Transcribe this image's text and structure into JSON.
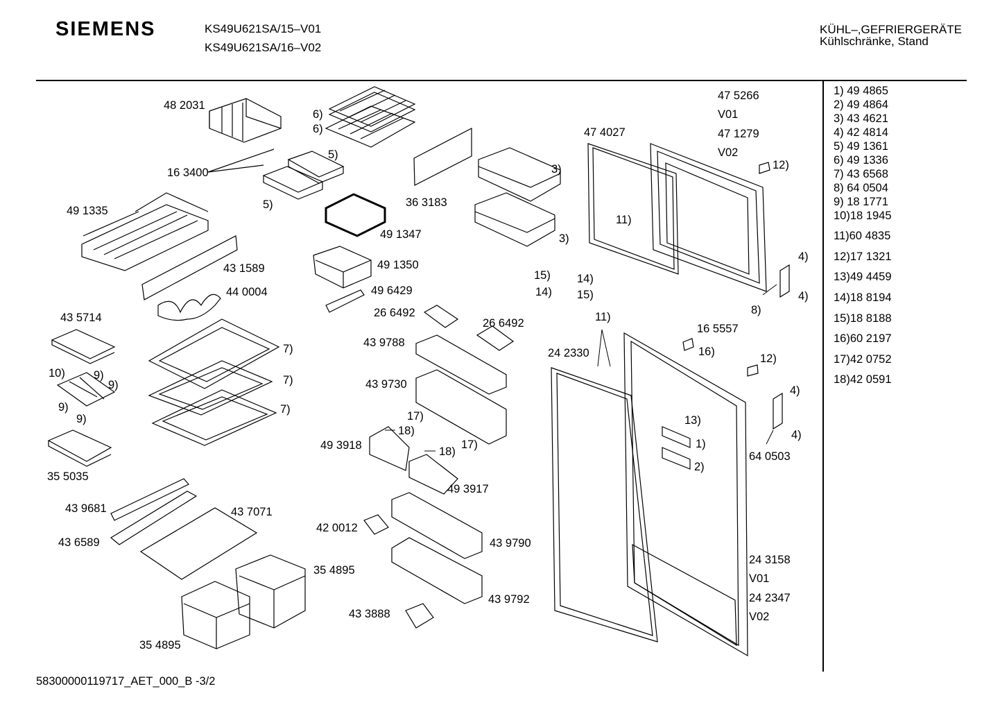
{
  "header": {
    "brand": "SIEMENS",
    "models": [
      "KS49U621SA/15–V01",
      "KS49U621SA/16–V02"
    ],
    "category": "KÜHL–,GEFRIERGERÄTE",
    "subcategory": "Kühlschränke, Stand"
  },
  "legend": [
    "1)  49 4865",
    "2)  49 4864",
    "3)  43 4621",
    "4)  42 4814",
    "5)  49 1361",
    "6)  49 1336",
    "7)  43 6568",
    "8)  64 0504",
    "9)  18 1771",
    "10)18 1945",
    "11)60 4835",
    "12)17 1321",
    "13)49 4459",
    "14)18 8194",
    "15)18 8188",
    "16)60 2197",
    "17)42 0752",
    "18)42 0591"
  ],
  "footer": "58300000119717_AET_000_B  -3/2",
  "labels": [
    "48 2031",
    "6)",
    "6)",
    "5)",
    "16 3400",
    "5)",
    "49 1335",
    "36 3183",
    "49 1347",
    "43 1589",
    "44 0004",
    "49 1350",
    "49 6429",
    "43 5714",
    "10)",
    "9)",
    "9)",
    "9)",
    "9)",
    "7)",
    "7)",
    "7)",
    "35 5035",
    "43 9681",
    "43 7071",
    "43 6589",
    "35 4895",
    "35 4895",
    "26 6492",
    "26 6492",
    "43 9788",
    "43 9730",
    "17)",
    "18)",
    "18)",
    "17)",
    "49 3918",
    "49 3917",
    "42 0012",
    "43 9790",
    "43 9792",
    "43 3888",
    "3)",
    "3)",
    "47 4027",
    "47 5266",
    "V01",
    "47 1279",
    "V02",
    "12)",
    "11)",
    "15)",
    "14)",
    "14)",
    "15)",
    "4)",
    "4)",
    "8)",
    "11)",
    "16 5557",
    "16)",
    "24 2330",
    "12)",
    "4)",
    "4)",
    "13)",
    "1)",
    "2)",
    "64 0503",
    "24 3158",
    "V01",
    "24 2347",
    "V02"
  ]
}
